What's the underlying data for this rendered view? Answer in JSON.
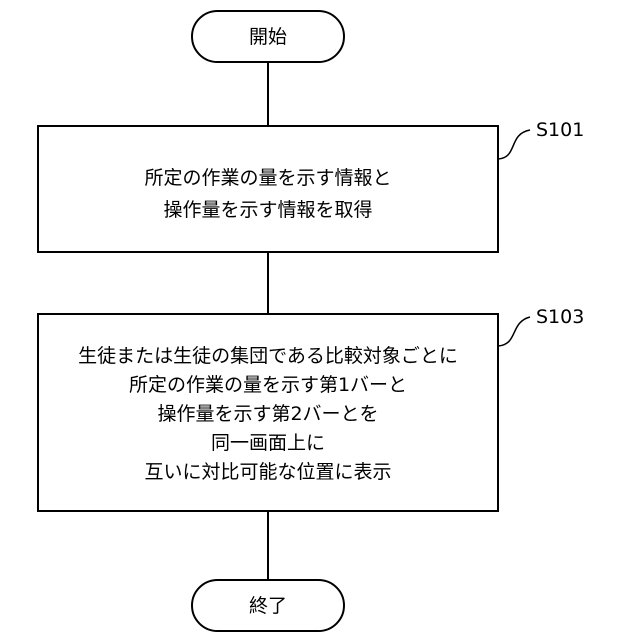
{
  "flowchart": {
    "start": {
      "label": "開始"
    },
    "end": {
      "label": "終了"
    },
    "steps": [
      {
        "id": "S101",
        "lines": [
          "所定の作業の量を示す情報と",
          "操作量を示す情報を取得"
        ]
      },
      {
        "id": "S103",
        "lines": [
          "生徒または生徒の集団である比較対象ごとに",
          "所定の作業の量を示す第1バーと",
          "操作量を示す第2バーとを",
          "同一画面上に",
          "互いに対比可能な位置に表示"
        ]
      }
    ]
  }
}
